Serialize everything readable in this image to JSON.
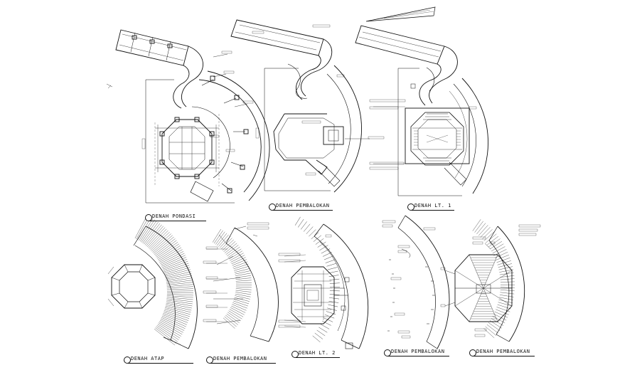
{
  "drawing": {
    "captions": {
      "pondasi": "DENAH PONDASI",
      "pembalokan_1": "DENAH PEMBALOKAN",
      "lt1": "DENAH LT. 1",
      "atap": "DENAH ATAP",
      "pembalokan_2": "DENAH PEMBALOKAN",
      "lt2": "DENAH LT. 2",
      "pembalokan_3": "DENAH PEMBALOKAN",
      "pembalokan_4": "DENAH PEMBALOKAN"
    }
  }
}
